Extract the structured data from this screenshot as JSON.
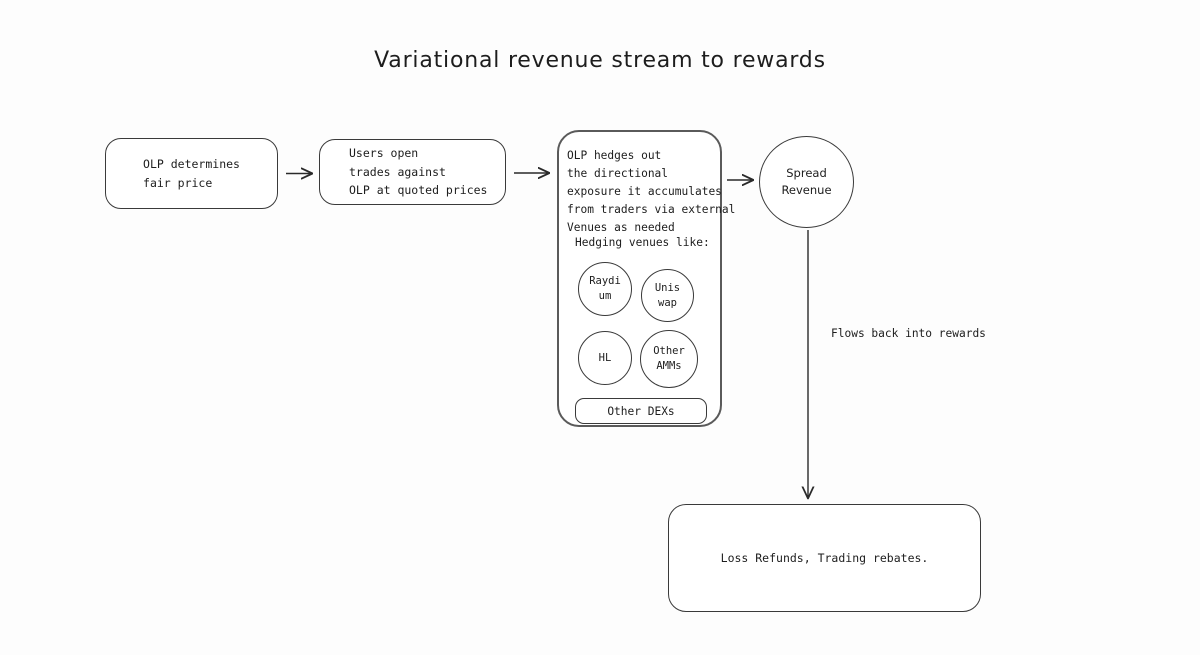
{
  "diagram": {
    "title": "Variational revenue stream to rewards",
    "background_color": "#fdfdfd",
    "stroke_color": "#3a3a3a",
    "panel_stroke_color": "#5a5a5a",
    "text_color": "#1d1d1d"
  },
  "nodes": {
    "olp_fair_price": {
      "text": "OLP determines\nfair price"
    },
    "users_open_trades": {
      "text": "Users open\ntrades against\nOLP at quoted prices"
    },
    "hedging_panel": {
      "header": "OLP hedges out\nthe directional\nexposure it accumulates\nfrom traders via external\nVenues as needed",
      "subtitle": "Hedging venues like:",
      "venues": [
        {
          "label": "Raydi\num",
          "shape": "circle"
        },
        {
          "label": "Unis\nwap",
          "shape": "circle"
        },
        {
          "label": "HL",
          "shape": "circle"
        },
        {
          "label": "Other\nAMMs",
          "shape": "circle"
        },
        {
          "label": "Other DEXs",
          "shape": "rounded-rect"
        }
      ]
    },
    "spread_revenue": {
      "text": "Spread\nRevenue"
    },
    "loss_refunds": {
      "text": "Loss Refunds, Trading rebates."
    }
  },
  "edges": {
    "flow_back_label": "Flows back into rewards"
  }
}
